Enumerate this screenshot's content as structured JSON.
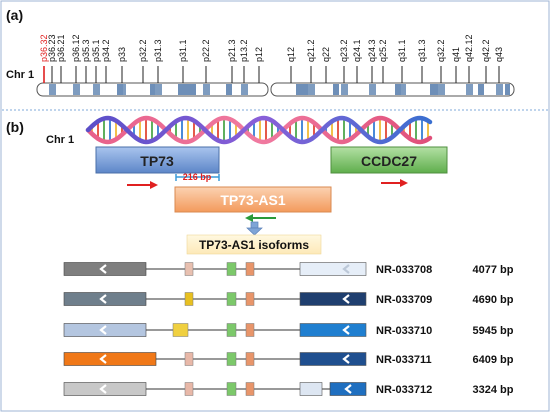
{
  "panel_a": {
    "label": "(a)",
    "chr_label": "Chr 1",
    "highlight_color": "#e02020",
    "bands_p": [
      "p36.32",
      "p36.23",
      "p36.21",
      "p36.12",
      "p35.3",
      "p35.1",
      "p34.2",
      "p33",
      "p32.2",
      "p31.3",
      "p31.1",
      "p22.2",
      "p21.3",
      "p13.2",
      "p12"
    ],
    "bands_q": [
      "q12",
      "q21.2",
      "q22",
      "q23.2",
      "q24.1",
      "q24.3",
      "q25.2",
      "q31.1",
      "q31.3",
      "q32.2",
      "q41",
      "q42.12",
      "q42.2",
      "q43"
    ]
  },
  "panel_b": {
    "label": "(b)",
    "chr_label": "Chr 1",
    "gene_left": "TP73",
    "gene_right": "CCDC27",
    "antisense": "TP73-AS1",
    "overlap": "216 bp",
    "isoforms_title": "TP73-AS1 isoforms",
    "colors": {
      "tp73": "#7ba2dc",
      "ccdc27": "#7dc56a",
      "antisense": "#f6b07c",
      "arrow_red": "#e02020",
      "arrow_green": "#2a9a3a"
    }
  },
  "isoforms": [
    {
      "id": "NR-033708",
      "length": "4077 bp",
      "first_color": "#7f7f7f",
      "mid_color": "#e8c0b0",
      "last_color": "#e6eef8"
    },
    {
      "id": "NR-033709",
      "length": "4690 bp",
      "first_color": "#6f7f8c",
      "mid_color": "#e8c020",
      "last_color": "#1f3f6f"
    },
    {
      "id": "NR-033710",
      "length": "5945 bp",
      "first_color": "#b4c6e0",
      "mid_color": "#f0d040",
      "last_color": "#1f7fd0"
    },
    {
      "id": "NR-033711",
      "length": "6409 bp",
      "first_color": "#f07818",
      "mid_color": "#e8b8a8",
      "last_color": "#1f4f8f"
    },
    {
      "id": "NR-033712",
      "length": "3324 bp",
      "first_color": "#c8c8c8",
      "mid_color": "#e8b8a8",
      "last_color": "#1f6fc0"
    }
  ]
}
